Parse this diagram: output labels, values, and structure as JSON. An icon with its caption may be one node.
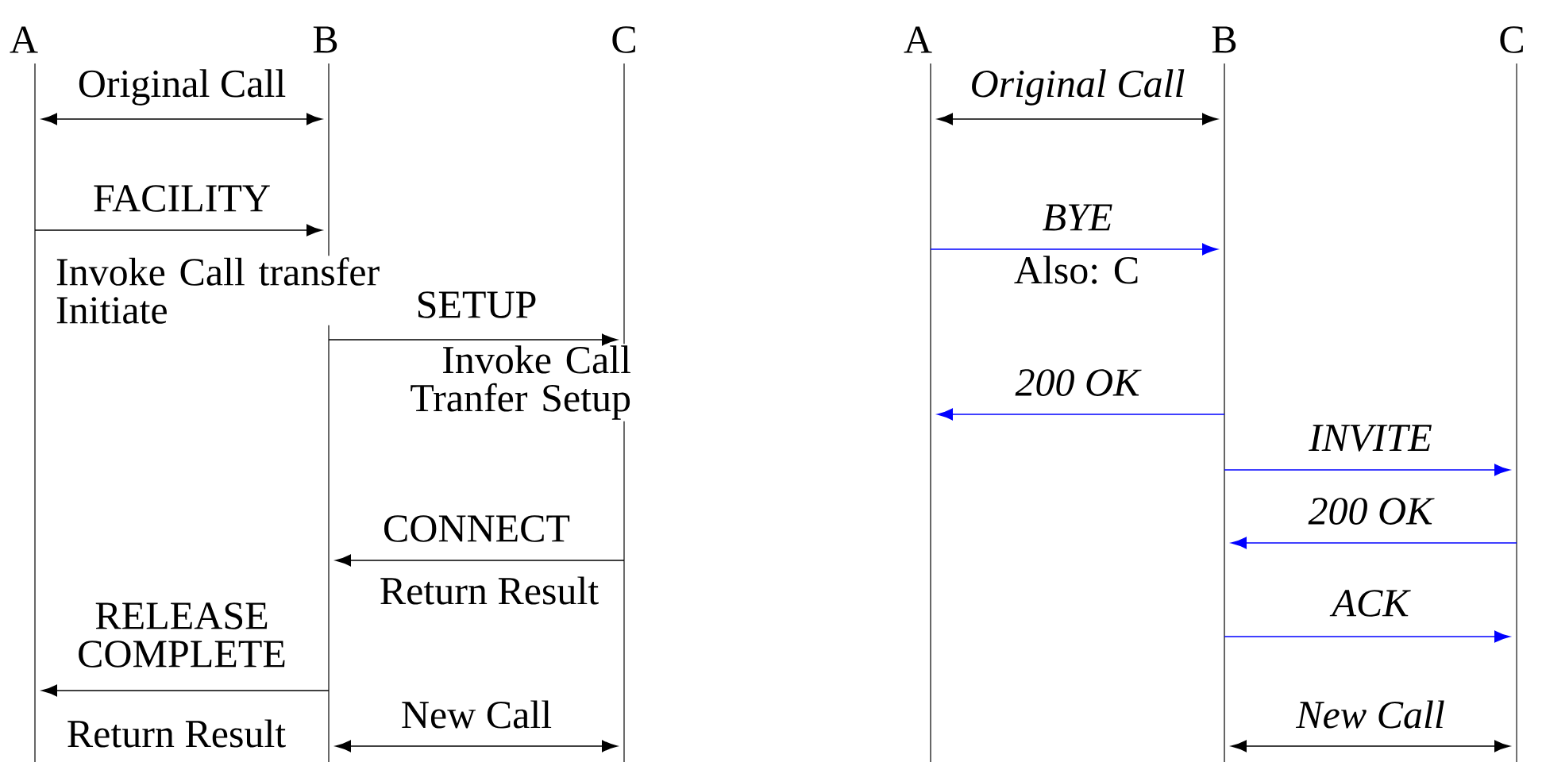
{
  "diagram": {
    "nodes": [
      {
        "text": [
          "A"
        ]
      },
      {
        "text": [
          "B"
        ]
      },
      {
        "text": [
          "C"
        ]
      },
      {
        "text": [
          "A"
        ]
      },
      {
        "text": [
          "B"
        ]
      },
      {
        "text": [
          "C"
        ]
      }
    ],
    "edges": [
      {
        "from": 0,
        "to": 1,
        "arrow": "both",
        "label": "Original Call"
      },
      {
        "from": 0,
        "to": 1,
        "arrow": "to",
        "label": "FACILITY"
      },
      {
        "from": 1,
        "to": 2,
        "arrow": "to",
        "label": "SETUP"
      },
      {
        "from": 2,
        "to": 1,
        "arrow": "to",
        "label": "CONNECT"
      },
      {
        "from": 1,
        "to": 0,
        "arrow": "to",
        "label": "RELEASE COMPLETE"
      },
      {
        "from": 1,
        "to": 2,
        "arrow": "both",
        "label": "New Call"
      },
      {
        "from": 3,
        "to": 4,
        "arrow": "both",
        "label": "Original Call"
      },
      {
        "from": 3,
        "to": 4,
        "arrow": "to",
        "label": "BYE",
        "color": "#0000ff"
      },
      {
        "from": 4,
        "to": 3,
        "arrow": "to",
        "label": "200 OK",
        "color": "#0000ff"
      },
      {
        "from": 4,
        "to": 5,
        "arrow": "to",
        "label": "INVITE",
        "color": "#0000ff"
      },
      {
        "from": 5,
        "to": 4,
        "arrow": "to",
        "label": "200 OK",
        "color": "#0000ff"
      },
      {
        "from": 4,
        "to": 5,
        "arrow": "to",
        "label": "ACK",
        "color": "#0000ff"
      },
      {
        "from": 4,
        "to": 5,
        "arrow": "both",
        "label": "New Call"
      }
    ],
    "labels": [
      "Invoke Call transfer Initiate",
      "Invoke Call Tranfer Setup",
      "Return Result",
      "Return Result",
      "Also: C"
    ]
  }
}
